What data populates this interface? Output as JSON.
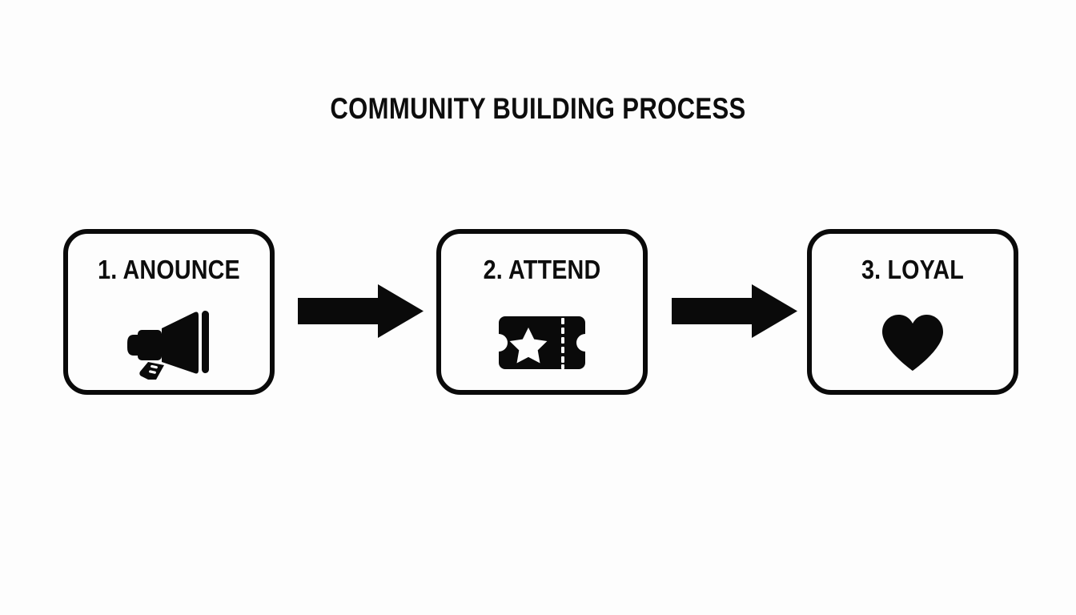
{
  "slide": {
    "title": "COMMUNITY BUILDING PROCESS",
    "background_color": "#fdfdfd",
    "ink_color": "#0a0a0a"
  },
  "flow": {
    "steps": [
      {
        "label": "1. ANOUNCE",
        "number": "1",
        "name": "ANOUNCE",
        "icon": "megaphone-icon"
      },
      {
        "label": "2. ATTEND",
        "number": "2",
        "name": "ATTEND",
        "icon": "ticket-icon"
      },
      {
        "label": "3. LOYAL",
        "number": "3",
        "name": "LOYAL",
        "icon": "heart-icon"
      }
    ],
    "connectors": [
      {
        "icon": "arrow-right-icon",
        "from": "1. ANOUNCE",
        "to": "2. ATTEND"
      },
      {
        "icon": "arrow-right-icon",
        "from": "2. ATTEND",
        "to": "3. LOYAL"
      }
    ]
  }
}
